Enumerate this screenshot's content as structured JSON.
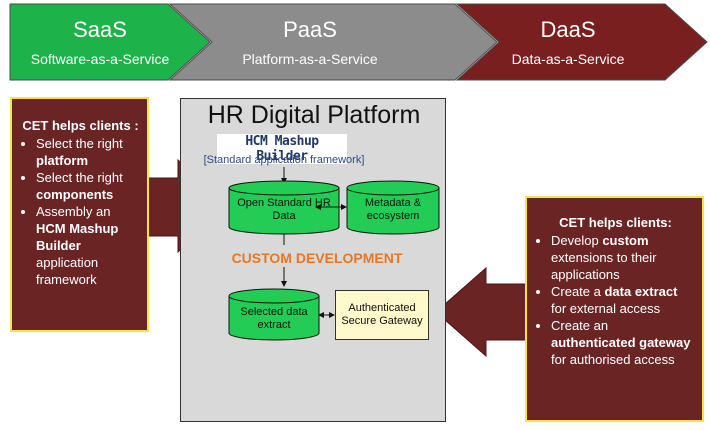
{
  "chevrons": [
    {
      "title": "SaaS",
      "subtitle": "Software-as-a-Service",
      "color": "#1db34a"
    },
    {
      "title": "PaaS",
      "subtitle": "Platform-as-a-Service",
      "color": "#8c8c8c"
    },
    {
      "title": "DaaS",
      "subtitle": "Data-as-a-Service",
      "color": "#7a1f1f"
    }
  ],
  "left_callout": {
    "header": "CET helps clients :",
    "items": [
      {
        "pre": "Select the right ",
        "bold": "platform",
        "post": ""
      },
      {
        "pre": "Select the right ",
        "bold": "components",
        "post": ""
      },
      {
        "pre": "Assembly an ",
        "bold": "HCM Mashup Builder",
        "post": " application framework"
      }
    ]
  },
  "platform": {
    "title": "HR Digital Platform",
    "mashup_title": "HCM Mashup Builder",
    "mashup_subtitle": "[Standard application framework]",
    "open_standard": "Open Standard HR Data",
    "metadata": "Metadata & ecosystem",
    "custom_dev": "CUSTOM DEVELOPMENT",
    "selected_data": "Selected data extract",
    "gateway": "Authenticated Secure Gateway"
  },
  "right_callout": {
    "header": "CET helps clients:",
    "items": [
      {
        "pre": "Develop ",
        "bold": "custom",
        "post": " extensions to their applications"
      },
      {
        "pre": "Create a ",
        "bold": "data extract",
        "post": " for external access"
      },
      {
        "pre": "Create an ",
        "bold": "authenticated gateway",
        "post": " for authorised access"
      }
    ]
  },
  "colors": {
    "saas": "#1db34a",
    "paas": "#8c8c8c",
    "daas": "#7a1f1f",
    "callout": "#6b2424",
    "callout_border": "#f6e24a",
    "cylinder": "#22cc55",
    "custom_dev": "#e87722",
    "gateway": "#fff9cc"
  }
}
